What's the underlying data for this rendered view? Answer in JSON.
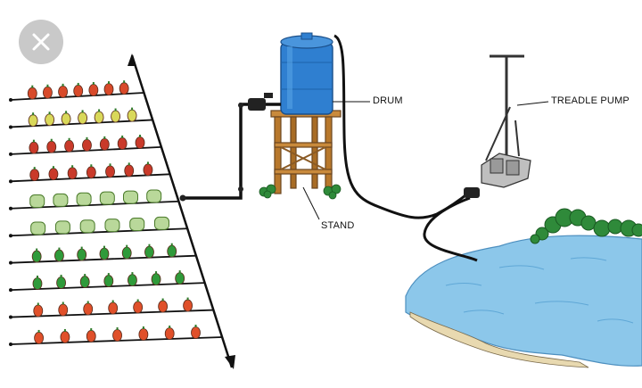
{
  "labels": {
    "drum": "DRUM",
    "treadle_pump": "TREADLE PUMP",
    "stand": "STAND"
  },
  "icons": {
    "close": "close-icon"
  },
  "colors": {
    "drum": "#2f7fd0",
    "stand": "#c98a3c",
    "water": "#8cc7ea",
    "pipe": "#111111",
    "close_button": "#c9c9c9"
  },
  "crop_rows": [
    {
      "color": "#d84a2a"
    },
    {
      "color": "#d9d85a"
    },
    {
      "color": "#c93a2a"
    },
    {
      "color": "#c93a2a"
    },
    {
      "color": "#b9d89a"
    },
    {
      "color": "#b9d89a"
    },
    {
      "color": "#2f9a3a"
    },
    {
      "color": "#2f9a3a"
    },
    {
      "color": "#e0502a"
    },
    {
      "color": "#e0502a"
    }
  ]
}
